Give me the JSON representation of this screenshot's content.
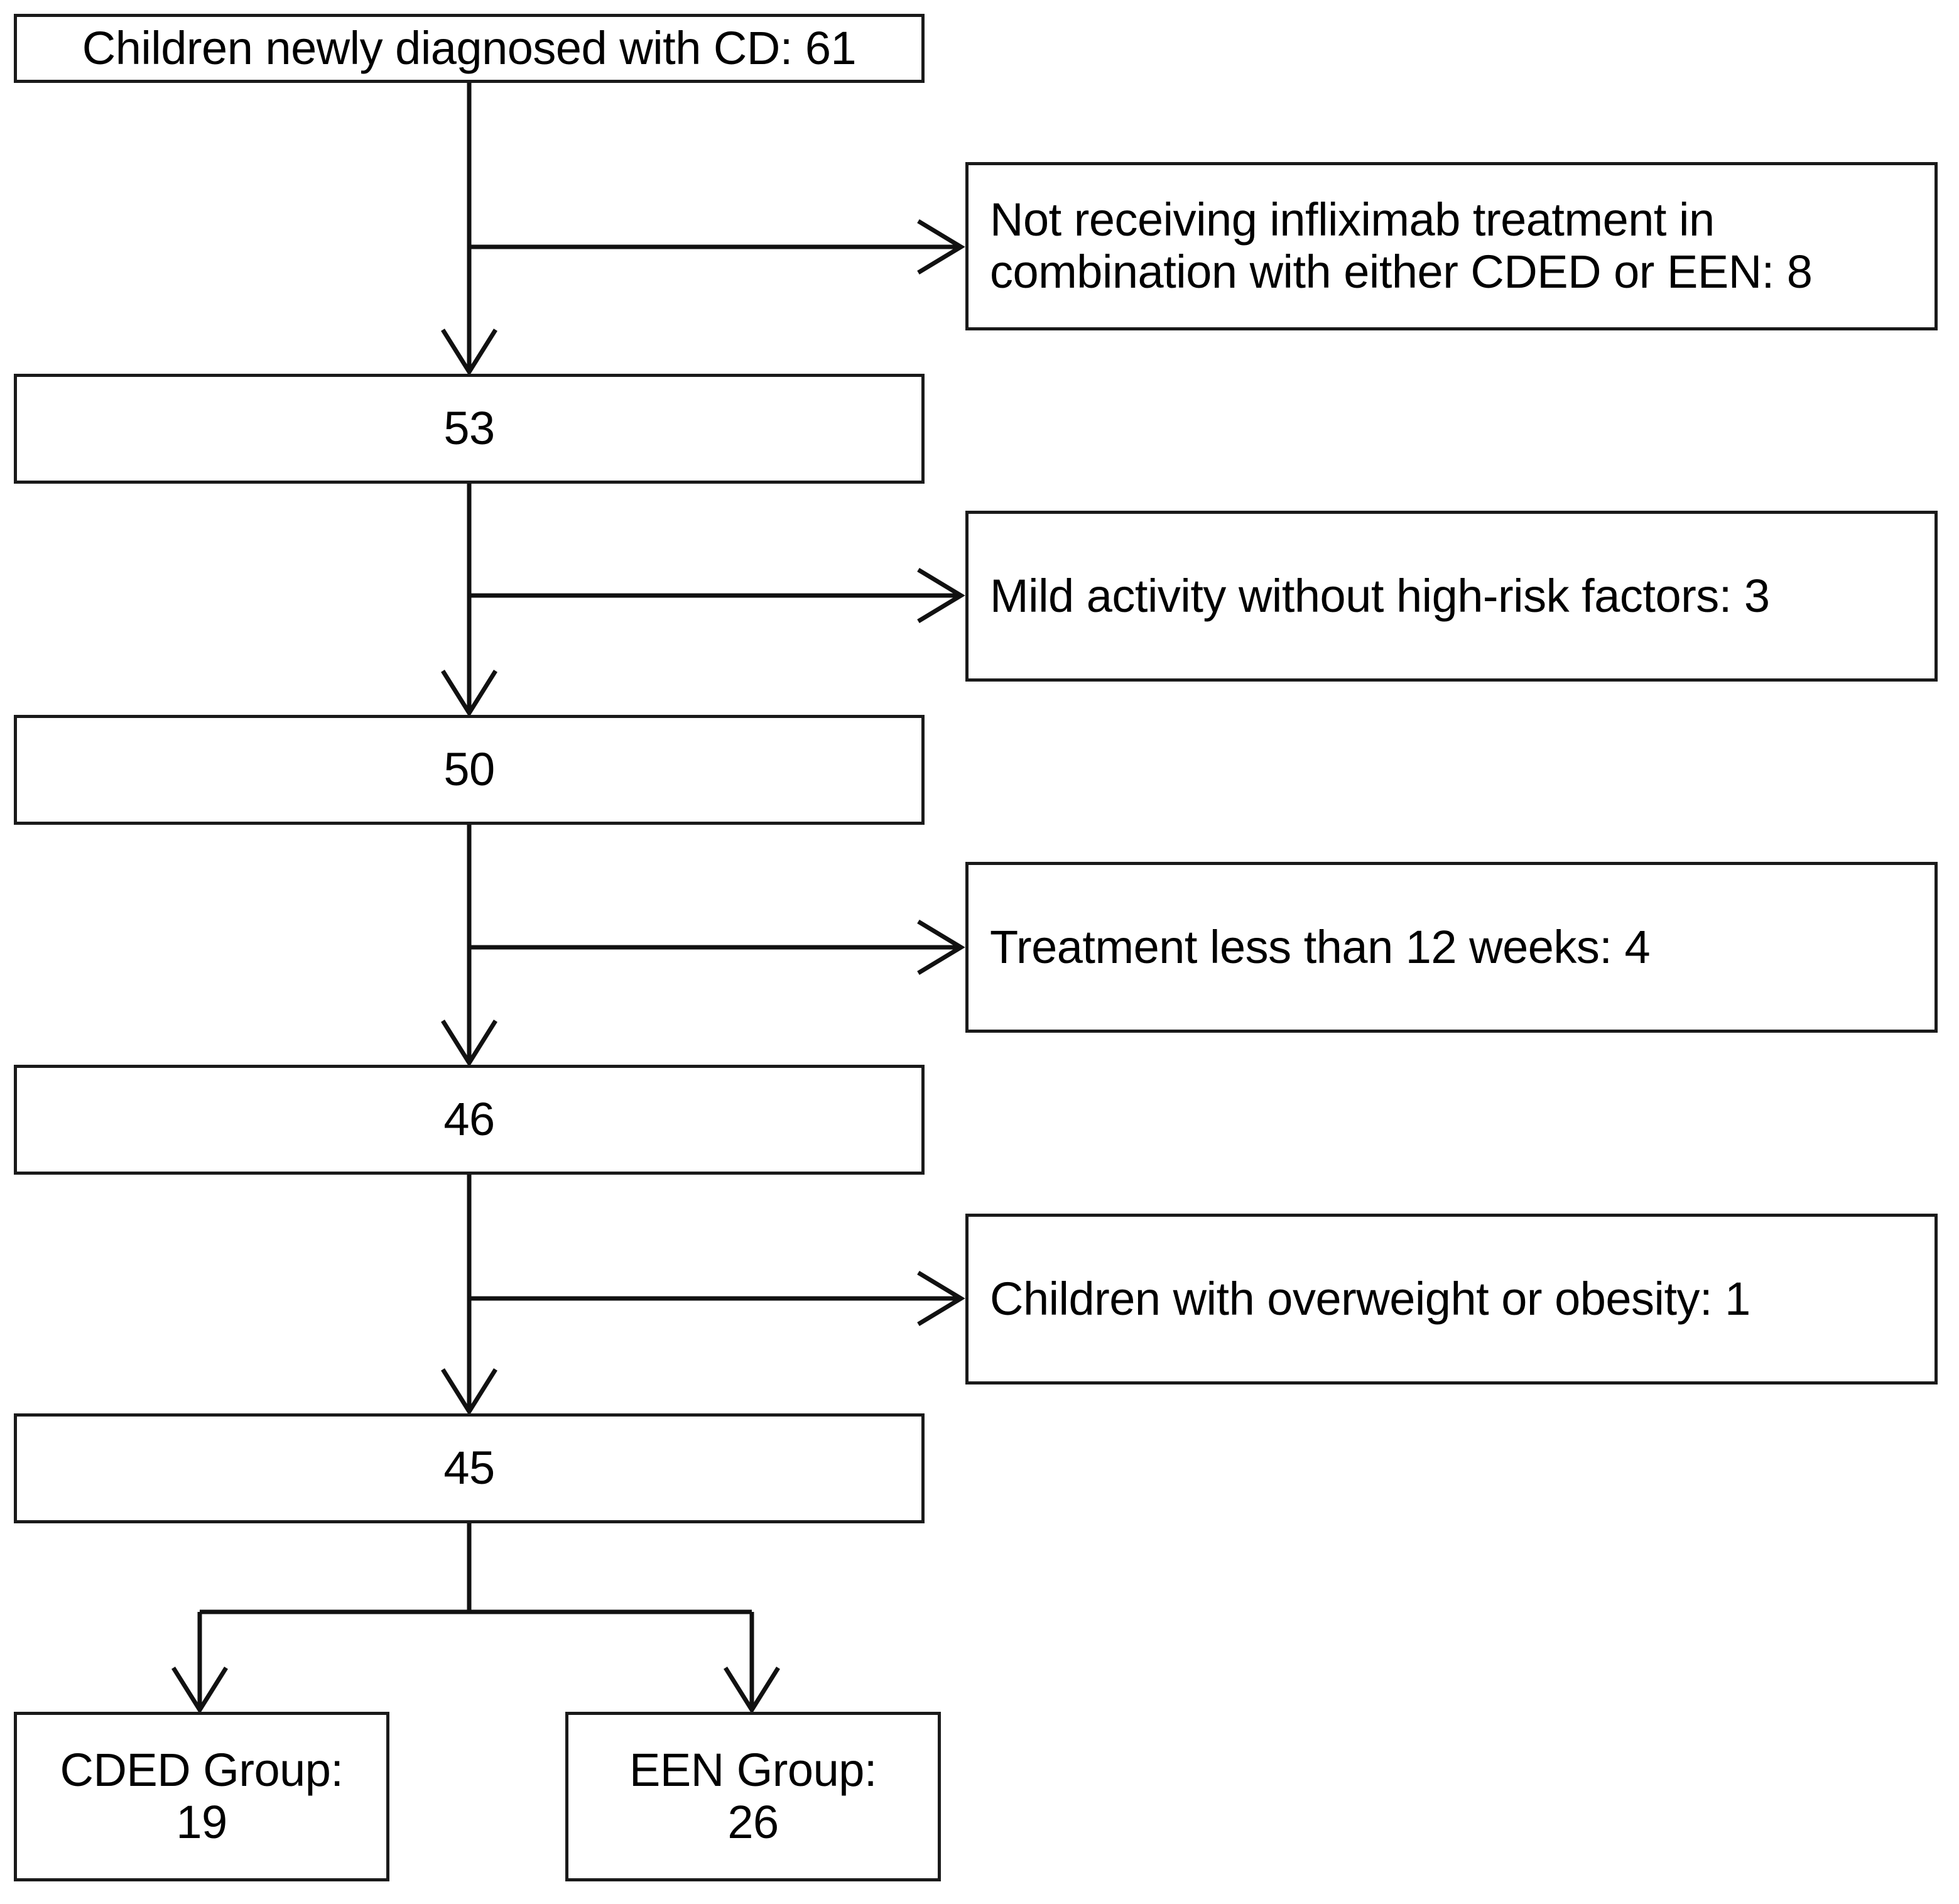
{
  "diagram": {
    "type": "flowchart",
    "title_text_present": false,
    "main_flow": [
      {
        "id": "enrolled",
        "label": "Children newly diagnosed with CD: 61"
      },
      {
        "id": "after-exclusion-1",
        "label": "53"
      },
      {
        "id": "after-exclusion-2",
        "label": "50"
      },
      {
        "id": "after-exclusion-3",
        "label": "46"
      },
      {
        "id": "after-exclusion-4",
        "label": "45"
      }
    ],
    "exclusions": [
      {
        "id": "exclusion-1",
        "label": "Not receiving infliximab treatment in\ncombination with either CDED or EEN: 8",
        "count": 8
      },
      {
        "id": "exclusion-2",
        "label": "Mild activity without high-risk factors: 3",
        "count": 3
      },
      {
        "id": "exclusion-3",
        "label": "Treatment less than 12 weeks: 4",
        "count": 4
      },
      {
        "id": "exclusion-4",
        "label": "Children with overweight or obesity: 1",
        "count": 1
      }
    ],
    "groups": [
      {
        "id": "group-cded",
        "label": "CDED Group:\n19",
        "count": 19
      },
      {
        "id": "group-een",
        "label": "EEN Group:\n26",
        "count": 26
      }
    ],
    "colors": {
      "stroke": "#111111",
      "box_border": "#1a1a1a",
      "background": "#ffffff",
      "text": "#000000"
    }
  }
}
